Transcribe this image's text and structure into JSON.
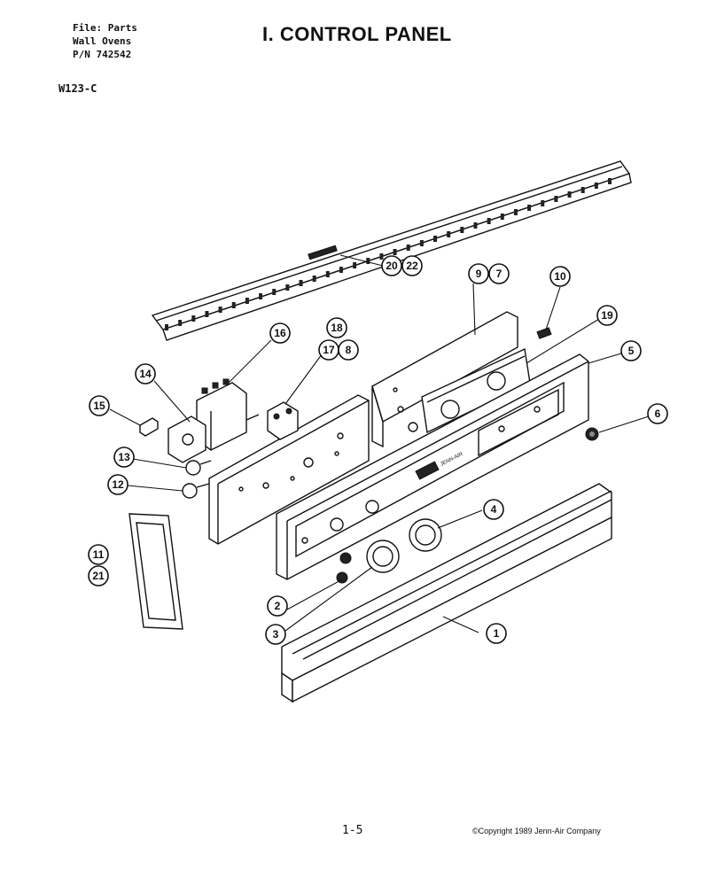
{
  "header": {
    "file_line": "File: Parts",
    "type_line": "Wall Ovens",
    "pn_line": "P/N 742542",
    "model": "W123-C",
    "title": "I. CONTROL PANEL"
  },
  "panel_brand": "JENN-AIR",
  "callouts": [
    {
      "id": "c20",
      "label": "20"
    },
    {
      "id": "c22",
      "label": "22"
    },
    {
      "id": "c9",
      "label": "9"
    },
    {
      "id": "c7",
      "label": "7"
    },
    {
      "id": "c10",
      "label": "10"
    },
    {
      "id": "c19",
      "label": "19"
    },
    {
      "id": "c5",
      "label": "5"
    },
    {
      "id": "c6",
      "label": "6"
    },
    {
      "id": "c16",
      "label": "16"
    },
    {
      "id": "c18",
      "label": "18"
    },
    {
      "id": "c17",
      "label": "17"
    },
    {
      "id": "c8",
      "label": "8"
    },
    {
      "id": "c14",
      "label": "14"
    },
    {
      "id": "c15",
      "label": "15"
    },
    {
      "id": "c13",
      "label": "13"
    },
    {
      "id": "c12",
      "label": "12"
    },
    {
      "id": "c11",
      "label": "11"
    },
    {
      "id": "c21",
      "label": "21"
    },
    {
      "id": "c4",
      "label": "4"
    },
    {
      "id": "c2",
      "label": "2"
    },
    {
      "id": "c3",
      "label": "3"
    },
    {
      "id": "c1",
      "label": "1"
    }
  ],
  "footer": {
    "page": "1-5",
    "copyright": "©Copyright 1989 Jenn-Air Company"
  }
}
